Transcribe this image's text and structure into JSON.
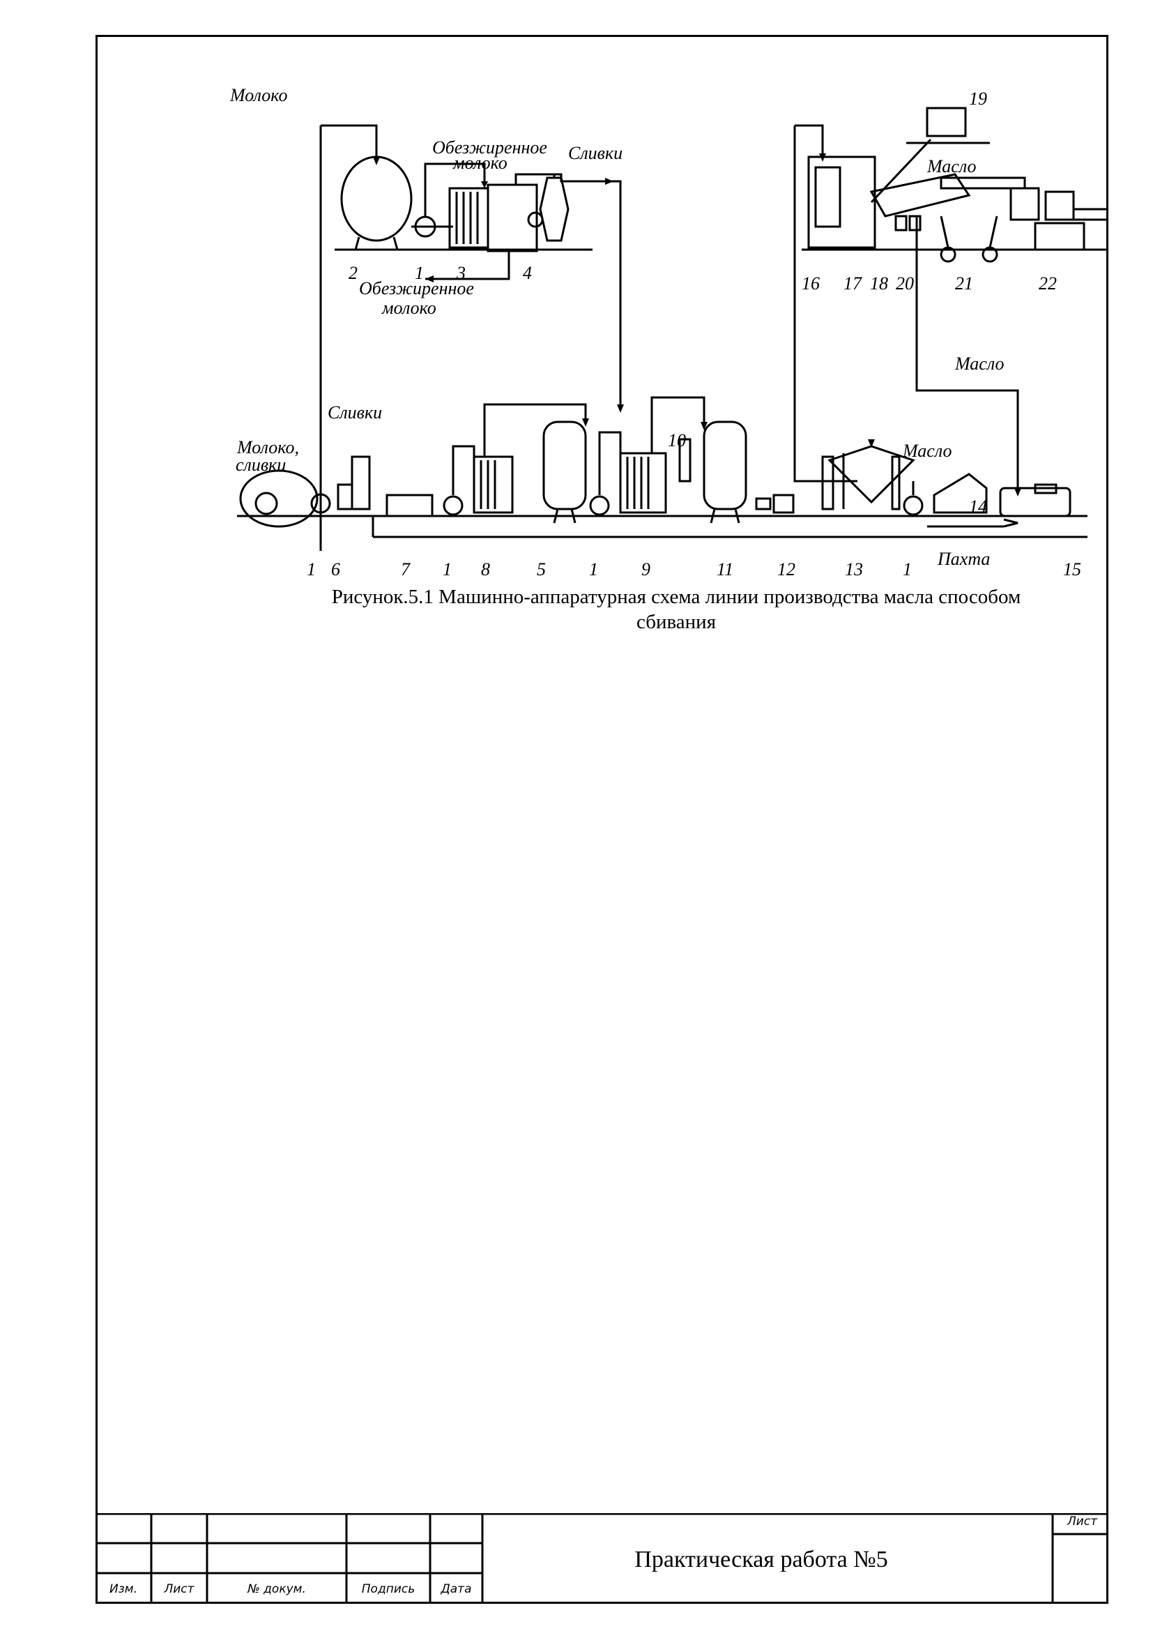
{
  "diagram": {
    "labels": {
      "milk_top": "Молоко",
      "skim_milk_1a": "Обезжиренное",
      "skim_milk_1b": "молоко",
      "cream_top": "Сливки",
      "skim_milk_2a": "Обезжиренное",
      "skim_milk_2b": "молоко",
      "cream_left": "Сливки",
      "milk_cream_a": "Молоко,",
      "milk_cream_b": "сливки",
      "butter_top": "Масло",
      "butter_mid": "Масло",
      "butter_low": "Масло",
      "buttermilk": "Пахта"
    },
    "numbers": {
      "n2": "2",
      "n1a": "1",
      "n3": "3",
      "n4": "4",
      "n16": "16",
      "n17": "17",
      "n18": "18",
      "n20": "20",
      "n21": "21",
      "n22": "22",
      "n19": "19",
      "n10": "10",
      "n14": "14",
      "b1": "1",
      "b6": "6",
      "b7": "7",
      "b1b": "1",
      "b8": "8",
      "b5": "5",
      "b1c": "1",
      "b9": "9",
      "b11": "11",
      "b12": "12",
      "b13": "13",
      "b1d": "1",
      "b15": "15"
    }
  },
  "caption": {
    "line1": "Рисунок.5.1 Машинно-аппаратурная схема линии производства масла способом",
    "line2": "сбивания"
  },
  "stamp": {
    "col_izm": "Изм.",
    "col_list": "Лист",
    "col_doc": "№ докум.",
    "col_sign": "Подпись",
    "col_date": "Дата",
    "title": "Практическая работа №5",
    "sheet_label": "Лист"
  }
}
